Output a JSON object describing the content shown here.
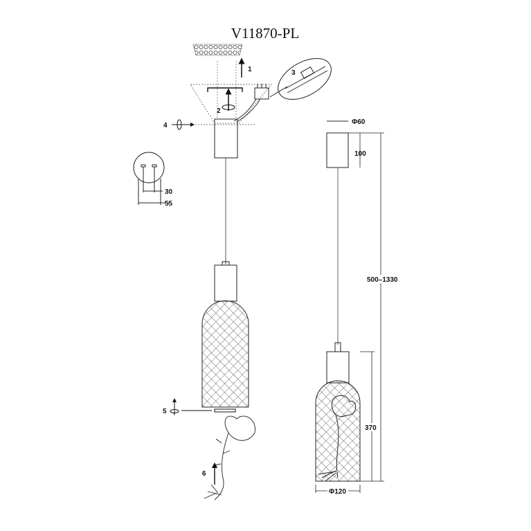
{
  "title": "V11870-PL",
  "steps": [
    "1",
    "2",
    "3",
    "4",
    "5",
    "6"
  ],
  "dimensions": {
    "canopy_diameter": "Φ60",
    "canopy_height": "100",
    "total_height": "500–1330",
    "shade_height": "370",
    "shade_diameter": "Φ120",
    "bracket_hole_spacing": "30",
    "bracket_width": "55"
  },
  "colors": {
    "line": "#222222",
    "background": "#ffffff"
  }
}
